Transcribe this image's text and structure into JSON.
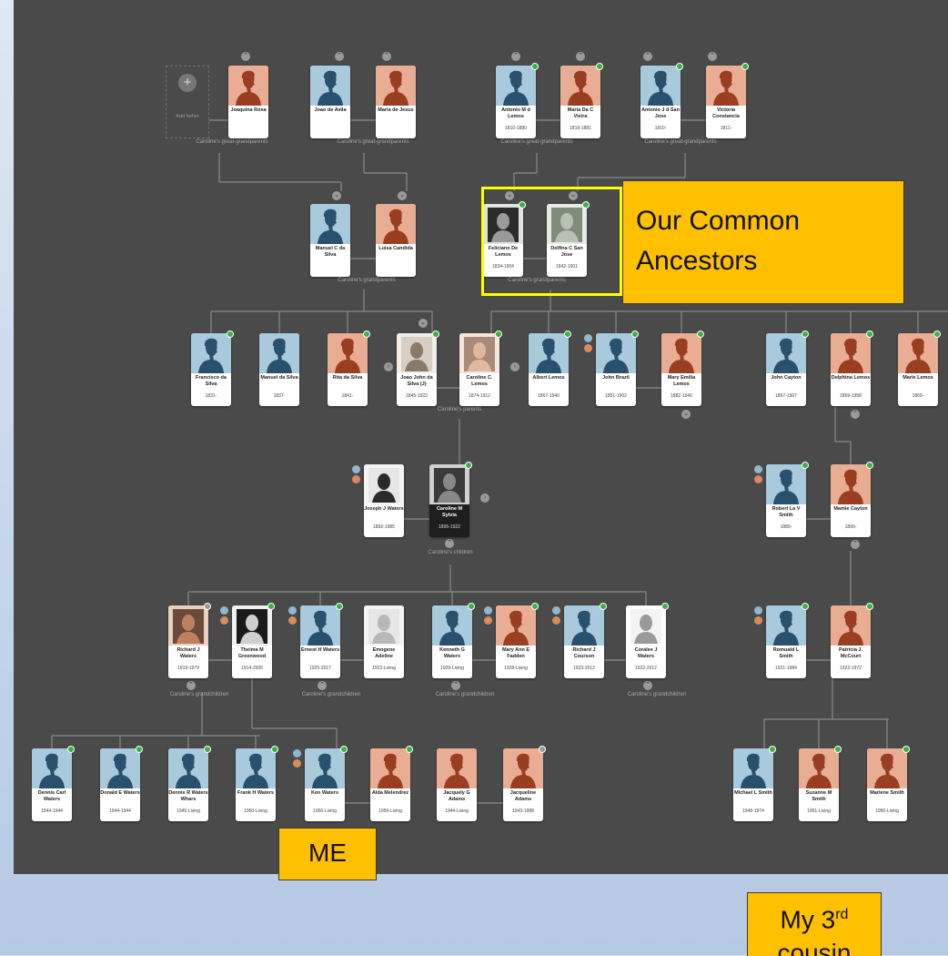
{
  "labels": {
    "great_grandparents": "Caroline's great-grandparents",
    "grandparents": "Caroline's grandparents",
    "parents": "Caroline's parents",
    "children": "Caroline's children",
    "grandchildren": "Caroline's grandchildren"
  },
  "add_father": "Add father",
  "callouts": {
    "common": "Our Common Ancestors",
    "me": "ME",
    "cousin_prefix": "My 3",
    "cousin_sup": "rd",
    "cousin_suffix": "cousin"
  },
  "people": [
    {
      "name": "Joaquina Rosa",
      "dates": "",
      "gender": "f"
    },
    {
      "name": "Joao de Avila",
      "dates": "",
      "gender": "m"
    },
    {
      "name": "Maria de Jesus",
      "dates": "",
      "gender": "f"
    },
    {
      "name": "Antonio M d Lemos",
      "dates": "1810-1880",
      "gender": "m"
    },
    {
      "name": "Maria Da C Vieira",
      "dates": "1818-1881",
      "gender": "f"
    },
    {
      "name": "Antonio J d San Jose",
      "dates": "1810-",
      "gender": "m"
    },
    {
      "name": "Victoria Constancia",
      "dates": "1811-",
      "gender": "f"
    },
    {
      "name": "Manuel C da Silva",
      "dates": "",
      "gender": "m"
    },
    {
      "name": "Luisa Candida",
      "dates": "",
      "gender": "f"
    },
    {
      "name": "Feliciano De Lemos",
      "dates": "1834-1904",
      "gender": "photo-man"
    },
    {
      "name": "Delfina C San Jose",
      "dates": "1842-1901",
      "gender": "photo-stone"
    },
    {
      "name": "Francisco da Silva",
      "dates": "1831-",
      "gender": "m"
    },
    {
      "name": "Manuel da Silva",
      "dates": "1837-",
      "gender": "m"
    },
    {
      "name": "Rita da Silva",
      "dates": "1841-",
      "gender": "f"
    },
    {
      "name": "Joao John da Silva (J)",
      "dates": "1845-1922",
      "gender": "photo-couple"
    },
    {
      "name": "Caroline C. Lemos",
      "dates": "1874-1912",
      "gender": "photo-stone2"
    },
    {
      "name": "Albert Lemos",
      "dates": "1867-1940",
      "gender": "m"
    },
    {
      "name": "John Brazil",
      "dates": "1851-1902",
      "gender": "m"
    },
    {
      "name": "Mary Emilia Lemos",
      "dates": "1882-1940",
      "gender": "f"
    },
    {
      "name": "John Cayton",
      "dates": "1867-1907",
      "gender": "m"
    },
    {
      "name": "Delphina Lemos",
      "dates": "1869-1958",
      "gender": "f"
    },
    {
      "name": "Marie Lemos",
      "dates": "1869-",
      "gender": "f"
    },
    {
      "name": "Joseph J Waters",
      "dates": "1892-1985",
      "gender": "photo-doc"
    },
    {
      "name": "Caroline M Sylvia",
      "dates": "1895-1922",
      "gender": "photo-woman"
    },
    {
      "name": "Robert La V Smith",
      "dates": "1889-",
      "gender": "m"
    },
    {
      "name": "Mamie Cayton",
      "dates": "1890-",
      "gender": "f"
    },
    {
      "name": "Richard J Waters",
      "dates": "1919-1979",
      "gender": "photo-man2"
    },
    {
      "name": "Thelma M Greenwood",
      "dates": "1914-2005",
      "gender": "photo-woman2"
    },
    {
      "name": "Ernest H Waters",
      "dates": "1925-2017",
      "gender": "m"
    },
    {
      "name": "Emogene Adeline",
      "dates": "1922-Living",
      "gender": "photo-doc2"
    },
    {
      "name": "Kenneth G Waters",
      "dates": "1929-Living",
      "gender": "m"
    },
    {
      "name": "Mary Ann E Fadden",
      "dates": "1928-Living",
      "gender": "f"
    },
    {
      "name": "Richard J Courson",
      "dates": "1923-2012",
      "gender": "m"
    },
    {
      "name": "Coralee J Waters",
      "dates": "1922-2012",
      "gender": "photo-doc3"
    },
    {
      "name": "Romuald L Smith",
      "dates": "1921-1984",
      "gender": "m"
    },
    {
      "name": "Patricia J. McCourt",
      "dates": "1922-1972",
      "gender": "f"
    },
    {
      "name": "Dennis Carl Waters",
      "dates": "1944-1944",
      "gender": "m"
    },
    {
      "name": "Donald E Waters",
      "dates": "1944-1944",
      "gender": "m"
    },
    {
      "name": "Dennis R Waters Whars",
      "dates": "1945-Living",
      "gender": "m"
    },
    {
      "name": "Frank H Waters",
      "dates": "1950-Living",
      "gender": "m"
    },
    {
      "name": "Ken Waters",
      "dates": "1956-Living",
      "gender": "m"
    },
    {
      "name": "Alda Melendrez",
      "dates": "1959-Living",
      "gender": "f"
    },
    {
      "name": "Jacquely G Adams",
      "dates": "1944-Living",
      "gender": "f"
    },
    {
      "name": "Jacqueline Adams",
      "dates": "1943-1988",
      "gender": "f"
    },
    {
      "name": "Michael L Smith",
      "dates": "1948-1974",
      "gender": "m"
    },
    {
      "name": "Suzanne M Smith",
      "dates": "1951-Living",
      "gender": "f"
    },
    {
      "name": "Marlene Smith",
      "dates": "1950-Living",
      "gender": "f"
    }
  ],
  "colors": {
    "male_bg": "#a9c9dc",
    "male_fig": "#29506c",
    "female_bg": "#e9ad93",
    "female_fig": "#9a3e22",
    "hint_blue": "#8fb7cf",
    "hint_orange": "#d98a5f",
    "badge": "#3fae4a",
    "callout": "#ffc000",
    "highlight": "#ffff00"
  }
}
